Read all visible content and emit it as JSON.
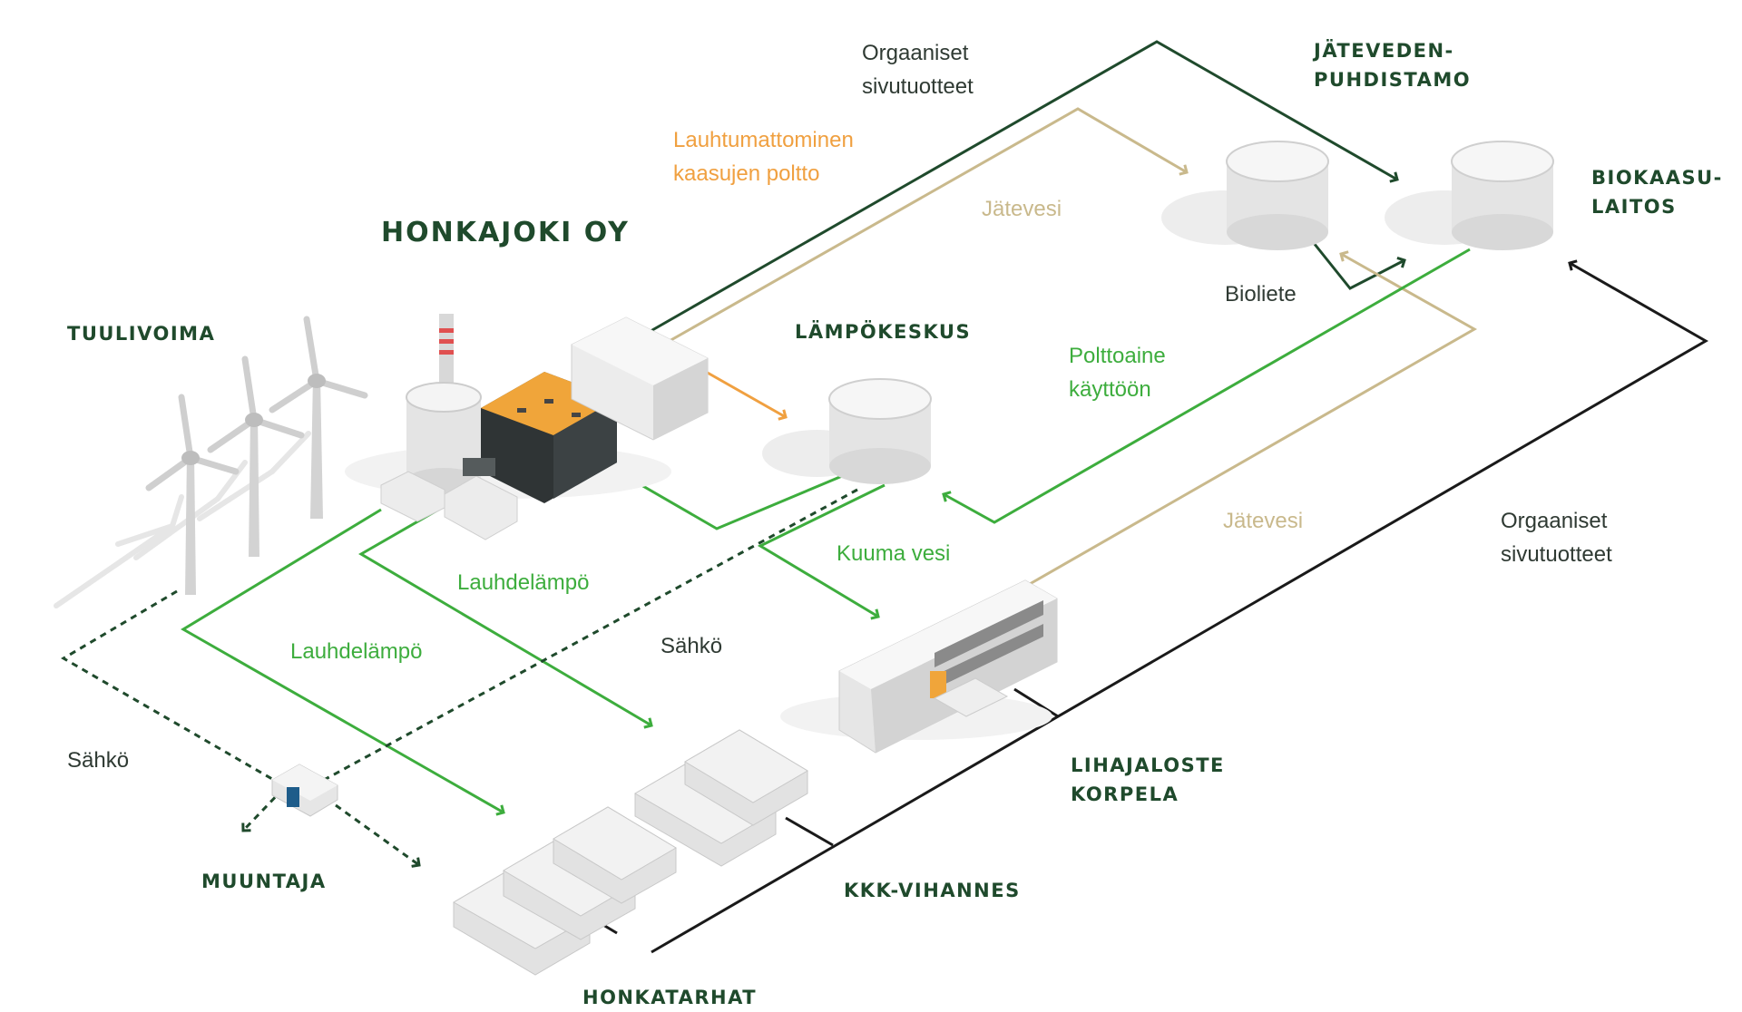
{
  "title": "HONKAJOKI OY",
  "nodes": {
    "tuulivoima": "TUULIVOIMA",
    "lampokeskus": "LÄMPÖKESKUS",
    "jatevedenpuhdistamo": "JÄTEVEDEN-\nPUHDISTAMO",
    "biokaasulaitos": "BIOKAASU-\nLAITOS",
    "muuntaja": "MUUNTAJA",
    "lihajaloste": "LIHAJALOSTE\nKORPELA",
    "kkk_vihannes": "KKK-VIHANNES",
    "honkatarhat": "HONKATARHAT"
  },
  "flows": {
    "orgaaniset_top": "Orgaaniset\nsivutuotteet",
    "lauhtumattominen": "Lauhtumattominen\nkaasujen poltto",
    "jatevesi_top": "Jätevesi",
    "bioliete": "Bioliete",
    "polttoaine": "Polttoaine\nkäyttöön",
    "kuuma_vesi": "Kuuma vesi",
    "jatevesi_mid": "Jätevesi",
    "orgaaniset_right": "Orgaaniset\nsivutuotteet",
    "lauhdelampo_1": "Lauhdelämpö",
    "lauhdelampo_2": "Lauhdelämpö",
    "sahko_mid": "Sähkö",
    "sahko_left": "Sähkö"
  },
  "colors": {
    "dark_green": "#1f4a2c",
    "green": "#3dad3d",
    "orange": "#f0a040",
    "tan": "#c9b98c",
    "black": "#1a1a1a"
  }
}
